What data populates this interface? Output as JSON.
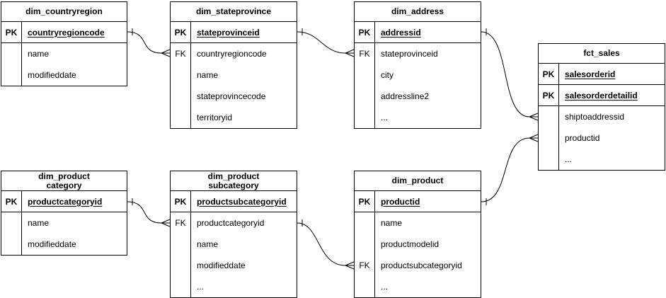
{
  "diagram_type": "entity-relationship",
  "colors": {
    "background": "#ffffff",
    "line": "#000000",
    "text": "#000000"
  },
  "tables": [
    {
      "id": "dim_countryregion",
      "title_lines": [
        "dim_countryregion"
      ],
      "rows": [
        {
          "key": "PK",
          "name": "countryregioncode",
          "is_pk": true
        },
        {
          "key": "",
          "name": "name"
        },
        {
          "key": "",
          "name": "modifieddate"
        }
      ]
    },
    {
      "id": "dim_stateprovince",
      "title_lines": [
        "dim_stateprovince"
      ],
      "rows": [
        {
          "key": "PK",
          "name": "stateprovinceid",
          "is_pk": true
        },
        {
          "key": "FK",
          "name": "countryregioncode"
        },
        {
          "key": "",
          "name": "name"
        },
        {
          "key": "",
          "name": "stateprovincecode"
        },
        {
          "key": "",
          "name": "territoryid"
        }
      ]
    },
    {
      "id": "dim_address",
      "title_lines": [
        "dim_address"
      ],
      "rows": [
        {
          "key": "PK",
          "name": "addressid",
          "is_pk": true
        },
        {
          "key": "FK",
          "name": "stateprovinceid"
        },
        {
          "key": "",
          "name": "city"
        },
        {
          "key": "",
          "name": "addressline2"
        },
        {
          "key": "",
          "name": "..."
        }
      ]
    },
    {
      "id": "fct_sales",
      "title_lines": [
        "fct_sales"
      ],
      "rows": [
        {
          "key": "PK",
          "name": "salesorderid",
          "is_pk": true
        },
        {
          "key": "PK",
          "name": "salesorderdetailid",
          "is_pk": true
        },
        {
          "key": "",
          "name": "shiptoaddressid"
        },
        {
          "key": "",
          "name": "productid"
        },
        {
          "key": "",
          "name": "..."
        }
      ]
    },
    {
      "id": "dim_productcategory",
      "title_lines": [
        "dim_product",
        "category"
      ],
      "rows": [
        {
          "key": "PK",
          "name": "productcategoryid",
          "is_pk": true
        },
        {
          "key": "",
          "name": "name"
        },
        {
          "key": "",
          "name": "modifieddate"
        }
      ]
    },
    {
      "id": "dim_productsubcategory",
      "title_lines": [
        "dim_product",
        "subcategory"
      ],
      "rows": [
        {
          "key": "PK",
          "name": "productsubcategoryid",
          "is_pk": true
        },
        {
          "key": "FK",
          "name": "productcategoryid"
        },
        {
          "key": "",
          "name": "name"
        },
        {
          "key": "",
          "name": "modifieddate"
        },
        {
          "key": "",
          "name": "..."
        }
      ]
    },
    {
      "id": "dim_product",
      "title_lines": [
        "dim_product"
      ],
      "rows": [
        {
          "key": "PK",
          "name": "productid",
          "is_pk": true
        },
        {
          "key": "",
          "name": "name"
        },
        {
          "key": "",
          "name": "productmodelid"
        },
        {
          "key": "FK",
          "name": "productsubcategoryid"
        },
        {
          "key": "",
          "name": "..."
        }
      ]
    }
  ],
  "relationships": [
    {
      "from_table": "dim_countryregion",
      "from_field": "countryregioncode",
      "to_table": "dim_stateprovince",
      "to_field": "countryregioncode",
      "cardinality": "one-to-many"
    },
    {
      "from_table": "dim_stateprovince",
      "from_field": "stateprovinceid",
      "to_table": "dim_address",
      "to_field": "stateprovinceid",
      "cardinality": "one-to-many"
    },
    {
      "from_table": "dim_address",
      "from_field": "addressid",
      "to_table": "fct_sales",
      "to_field": "shiptoaddressid",
      "cardinality": "one-to-many"
    },
    {
      "from_table": "dim_product",
      "from_field": "productid",
      "to_table": "fct_sales",
      "to_field": "productid",
      "cardinality": "one-to-many"
    },
    {
      "from_table": "dim_productcategory",
      "from_field": "productcategoryid",
      "to_table": "dim_productsubcategory",
      "to_field": "productcategoryid",
      "cardinality": "one-to-many"
    },
    {
      "from_table": "dim_productsubcategory",
      "from_field": "productsubcategoryid",
      "to_table": "dim_product",
      "to_field": "productsubcategoryid",
      "cardinality": "one-to-many"
    }
  ]
}
